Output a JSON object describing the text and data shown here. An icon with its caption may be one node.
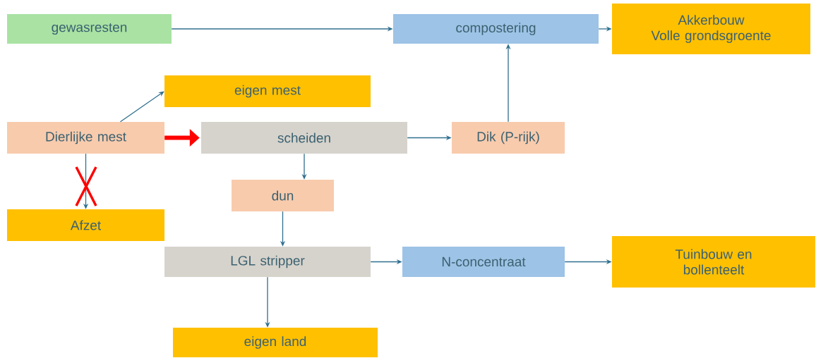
{
  "diagram": {
    "nodes": [
      {
        "text": [
          "gewasresten"
        ]
      },
      {
        "text": [
          "compostering"
        ]
      },
      {
        "text": [
          "Akkerbouw",
          "Volle grondsgroente"
        ]
      },
      {
        "text": [
          "eigen mest"
        ]
      },
      {
        "text": [
          "Dierlijke mest"
        ]
      },
      {
        "text": [
          "scheiden"
        ]
      },
      {
        "text": [
          "Dik (P-rijk)"
        ]
      },
      {
        "text": [
          "Afzet"
        ]
      },
      {
        "text": [
          "dun"
        ]
      },
      {
        "text": [
          "LGL stripper"
        ]
      },
      {
        "text": [
          "N-concentraat"
        ]
      },
      {
        "text": [
          "Tuinbouw en bollenteelt"
        ]
      },
      {
        "text": [
          "eigen land"
        ]
      }
    ],
    "edges": [
      {
        "from": 0,
        "to": 1,
        "arrow": "to"
      },
      {
        "from": 1,
        "to": 2,
        "arrow": "to"
      },
      {
        "from": 4,
        "to": 3,
        "arrow": "to"
      },
      {
        "from": 4,
        "to": 5,
        "arrow": "to",
        "style": "thick",
        "color": "#ff0000"
      },
      {
        "from": 4,
        "to": 7,
        "arrow": "to"
      },
      {
        "from": 5,
        "to": 6,
        "arrow": "to"
      },
      {
        "from": 6,
        "to": 1,
        "arrow": "to"
      },
      {
        "from": 5,
        "to": 8,
        "arrow": "to"
      },
      {
        "from": 8,
        "to": 9,
        "arrow": "to"
      },
      {
        "from": 9,
        "to": 10,
        "arrow": "to"
      },
      {
        "from": 10,
        "to": 11,
        "arrow": "to"
      },
      {
        "from": 9,
        "to": 12,
        "arrow": "to"
      }
    ]
  }
}
